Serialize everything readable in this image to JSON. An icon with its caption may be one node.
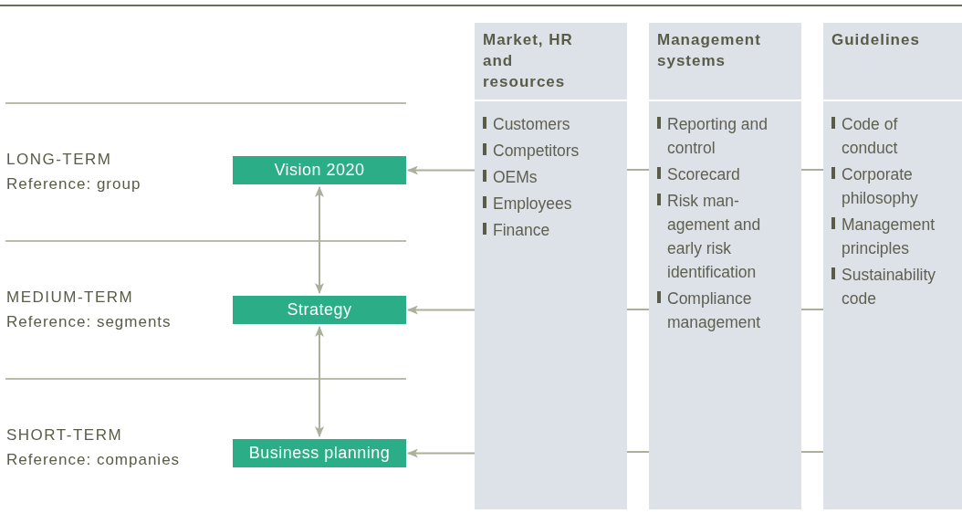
{
  "diagram": {
    "nodes": [
      {
        "text": [
          "Vision 2020"
        ]
      },
      {
        "text": [
          "Strategy"
        ]
      },
      {
        "text": [
          "Business planning"
        ]
      },
      {
        "text": [
          "Market, HR and resources",
          "Customers",
          "Competitors",
          "OEMs",
          "Employees",
          "Finance"
        ]
      },
      {
        "text": [
          "Management systems",
          "Reporting and control",
          "Scorecard",
          "Risk man-agement and early risk identification",
          "Compliance management"
        ]
      },
      {
        "text": [
          "Guidelines",
          "Code of conduct",
          "Corporate philosophy",
          "Management principles",
          "Sustainability code"
        ]
      }
    ],
    "edges": [
      {
        "from": 3,
        "to": 0,
        "arrow": "to"
      },
      {
        "from": 3,
        "to": 1,
        "arrow": "to"
      },
      {
        "from": 3,
        "to": 2,
        "arrow": "to"
      },
      {
        "from": 4,
        "to": 3,
        "arrow": "none"
      },
      {
        "from": 4,
        "to": 3,
        "arrow": "none"
      },
      {
        "from": 4,
        "to": 3,
        "arrow": "none"
      },
      {
        "from": 5,
        "to": 4,
        "arrow": "none"
      },
      {
        "from": 5,
        "to": 4,
        "arrow": "none"
      },
      {
        "from": 5,
        "to": 4,
        "arrow": "none"
      },
      {
        "from": 0,
        "to": 1,
        "arrow": "both"
      },
      {
        "from": 1,
        "to": 2,
        "arrow": "both"
      }
    ],
    "labels": [
      "LONG-TERM",
      "Reference: group",
      "MEDIUM-TERM",
      "Reference: segments",
      "SHORT-TERM",
      "Reference: companies"
    ]
  }
}
